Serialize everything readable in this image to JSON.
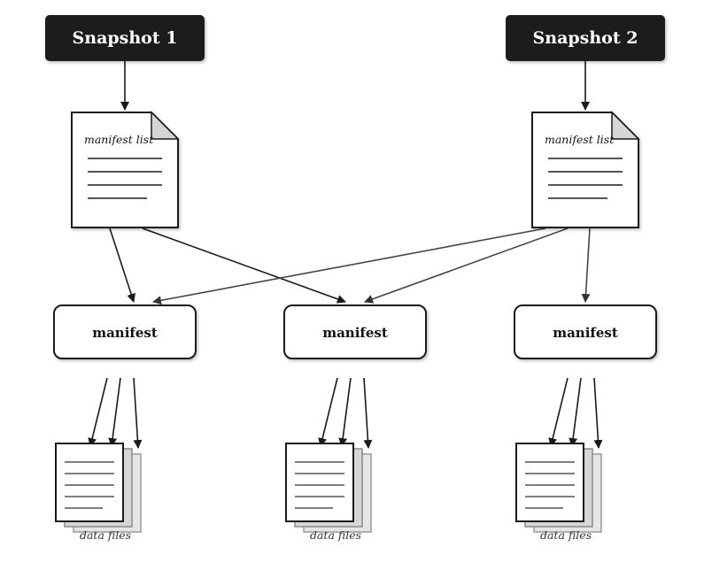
{
  "snapshots": [
    {
      "label": "Snapshot 1"
    },
    {
      "label": "Snapshot 2"
    }
  ],
  "manifest_lists": [
    {
      "label": "manifest list"
    },
    {
      "label": "manifest list"
    }
  ],
  "manifests": [
    {
      "label": "manifest"
    },
    {
      "label": "manifest"
    },
    {
      "label": "manifest"
    }
  ],
  "data_files": [
    {
      "label": "data files"
    },
    {
      "label": "data files"
    },
    {
      "label": "data files"
    }
  ],
  "colors": {
    "snapshot_fill": "#1a1a1a",
    "stroke": "#1a1a1a",
    "arrow_gray": "#444444",
    "page_fill": "#ffffff",
    "stack_fill": "#dddddd"
  }
}
